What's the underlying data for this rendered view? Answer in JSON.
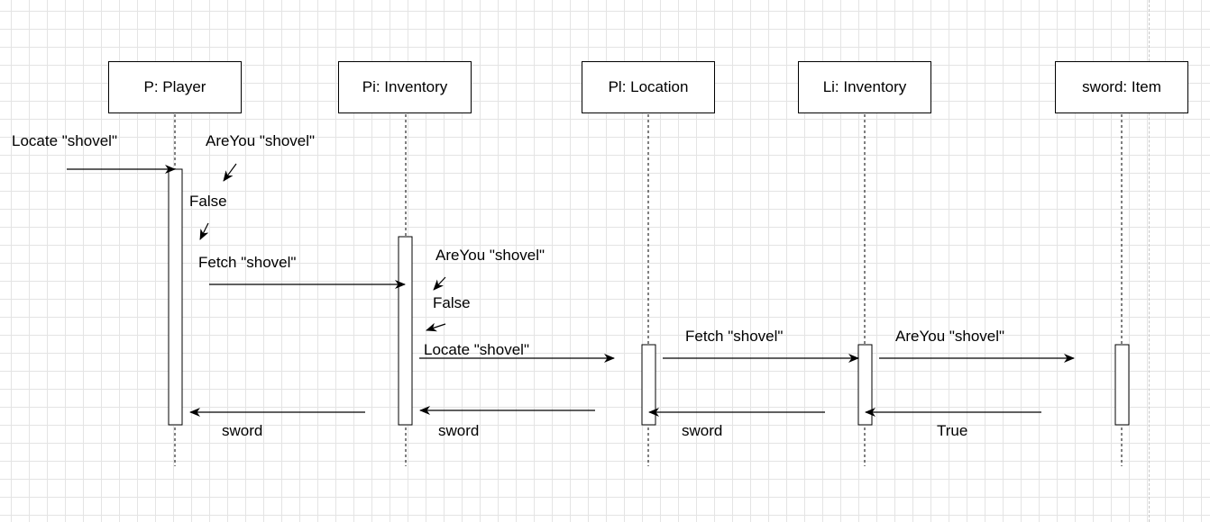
{
  "lifelines": [
    {
      "id": "player",
      "label": "P: Player"
    },
    {
      "id": "pi",
      "label": "Pi: Inventory"
    },
    {
      "id": "pl",
      "label": "Pl: Location"
    },
    {
      "id": "li",
      "label": "Li: Inventory"
    },
    {
      "id": "sword",
      "label": "sword: Item"
    }
  ],
  "messages": {
    "locate_player": "Locate \"shovel\"",
    "areyou_player": "AreYou \"shovel\"",
    "false_player": "False",
    "fetch_pi": "Fetch \"shovel\"",
    "areyou_pi": "AreYou \"shovel\"",
    "false_pi": "False",
    "locate_pl": "Locate \"shovel\"",
    "fetch_li": "Fetch \"shovel\"",
    "areyou_sword": "AreYou \"shovel\"",
    "return_player": "sword",
    "return_pi": "sword",
    "return_pl": "sword",
    "return_li": "True"
  },
  "colors": {
    "line": "#000000",
    "grid": "#e4e4e4",
    "background": "#ffffff"
  }
}
